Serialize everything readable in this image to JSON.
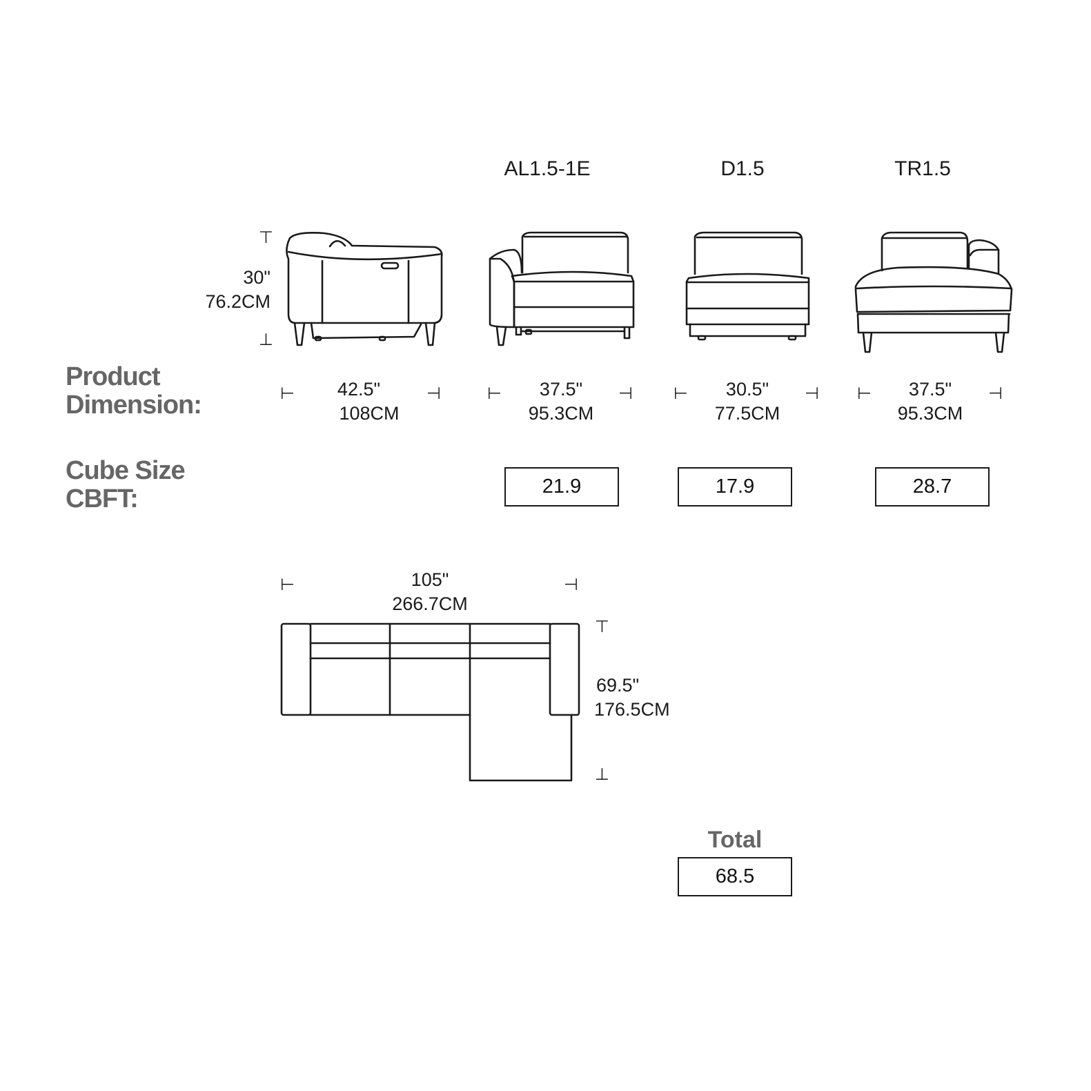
{
  "headings": {
    "product_dimension": [
      "Product",
      "Dimension:"
    ],
    "cube_size": [
      "Cube Size",
      "CBFT:"
    ],
    "total": "Total"
  },
  "height": {
    "inches": "30\"",
    "cm": "76.2CM"
  },
  "modules": [
    {
      "model": "",
      "view": "side",
      "width_in": "42.5\"",
      "width_cm": "108CM",
      "cbft": ""
    },
    {
      "model": "AL1.5-1E",
      "view": "front-left-arm",
      "width_in": "37.5\"",
      "width_cm": "95.3CM",
      "cbft": "21.9"
    },
    {
      "model": "D1.5",
      "view": "front-armless",
      "width_in": "30.5\"",
      "width_cm": "77.5CM",
      "cbft": "17.9"
    },
    {
      "model": "TR1.5",
      "view": "front-chaise-right-arm",
      "width_in": "37.5\"",
      "width_cm": "95.3CM",
      "cbft": "28.7"
    }
  ],
  "overall": {
    "width_in": "105\"",
    "width_cm": "266.7CM",
    "depth_in": "69.5\"",
    "depth_cm": "176.5CM"
  },
  "total_cbft": "68.5",
  "colors": {
    "line": "#1a1a1a",
    "heading": "#666666",
    "background": "#ffffff"
  }
}
